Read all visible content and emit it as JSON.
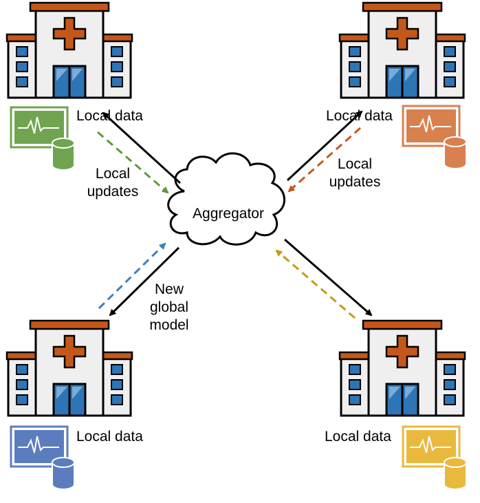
{
  "aggregator": {
    "label": "Aggregator"
  },
  "nodes": {
    "top_left": {
      "data_label": "Local data",
      "color": "#70a450"
    },
    "top_right": {
      "data_label": "Local data",
      "color": "#d9804f"
    },
    "bottom_left": {
      "data_label": "Local data",
      "color": "#5b7dbe"
    },
    "bottom_right": {
      "data_label": "Local data",
      "color": "#e9b93e"
    }
  },
  "annotations": {
    "local_updates_left": "Local updates",
    "local_updates_right": "Local updates",
    "new_global_model": "New global model"
  },
  "colors": {
    "roof": "#c4581a",
    "cross": "#c4581a",
    "window": "#2e75b6",
    "arrow_green": "#5e9a3a",
    "arrow_orange": "#c4581a",
    "arrow_blue": "#3d7fbf",
    "arrow_gold": "#c69a10",
    "arrow_black": "#000000"
  }
}
